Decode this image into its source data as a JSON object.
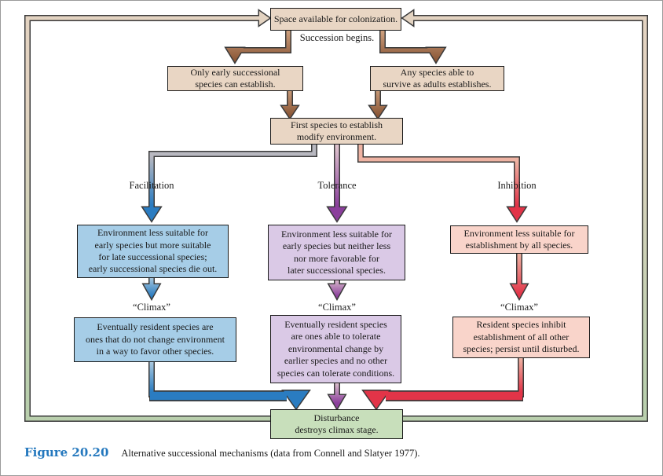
{
  "colors": {
    "page_bg": "#ffffff",
    "outline": "#3a3a3a",
    "box_border": "#1a1a1a",
    "text": "#1a1a1a",
    "tan_box": "#e9d6c4",
    "tan_line": "#e3d3c1",
    "green_line": "#b9cfad",
    "green_box": "#c8dfbb",
    "blue_box": "#a6cde7",
    "purple_box": "#dac9e6",
    "pink_box": "#f9d4ca",
    "brown_light": "#cb9d7b",
    "brown_dark": "#8a5636",
    "gray_line": "#b8b8c0",
    "blue_light": "#a9c8de",
    "blue_arrow": "#2a7cc1",
    "purple_light": "#ddc2cd",
    "purple_arrow": "#8b3f9c",
    "salmon_light": "#eeb3a3",
    "red_arrow": "#e23448",
    "caption_blue": "#2478be"
  },
  "flow": {
    "space": "Space available for colonization.",
    "succession": "Succession begins.",
    "only_early": [
      "Only early successional",
      "species can establish."
    ],
    "any_species": [
      "Any species able to",
      "survive as adults establishes."
    ],
    "first_species": [
      "First species to establish",
      "modify environment."
    ],
    "disturbance": [
      "Disturbance",
      "destroys climax stage."
    ]
  },
  "branches": {
    "facilitation": {
      "label": "Facilitation",
      "climax": "“Climax”",
      "environment": [
        "Environment less suitable for",
        "early species but more suitable",
        "for late successional species;",
        "early successional species die out."
      ],
      "resident": [
        "Eventually resident species are",
        "ones that do not change environment",
        "in a way to favor other species."
      ]
    },
    "tolerance": {
      "label": "Tolerance",
      "climax": "“Climax”",
      "environment": [
        "Environment less suitable for",
        "early species but neither less",
        "nor more favorable for",
        "later successional species."
      ],
      "resident": [
        "Eventually resident species",
        "are ones able to tolerate",
        "environmental change by",
        "earlier species and no other",
        "species can tolerate conditions."
      ]
    },
    "inhibition": {
      "label": "Inhibition",
      "climax": "“Climax”",
      "environment": [
        "Environment less suitable for",
        "establishment by all species."
      ],
      "resident": [
        "Resident species inhibit",
        "establishment of all other",
        "species; persist until disturbed."
      ]
    }
  },
  "caption": {
    "figure_label": "Figure 20.20",
    "text": "Alternative successional mechanisms (data from Connell and Slatyer 1977)."
  }
}
